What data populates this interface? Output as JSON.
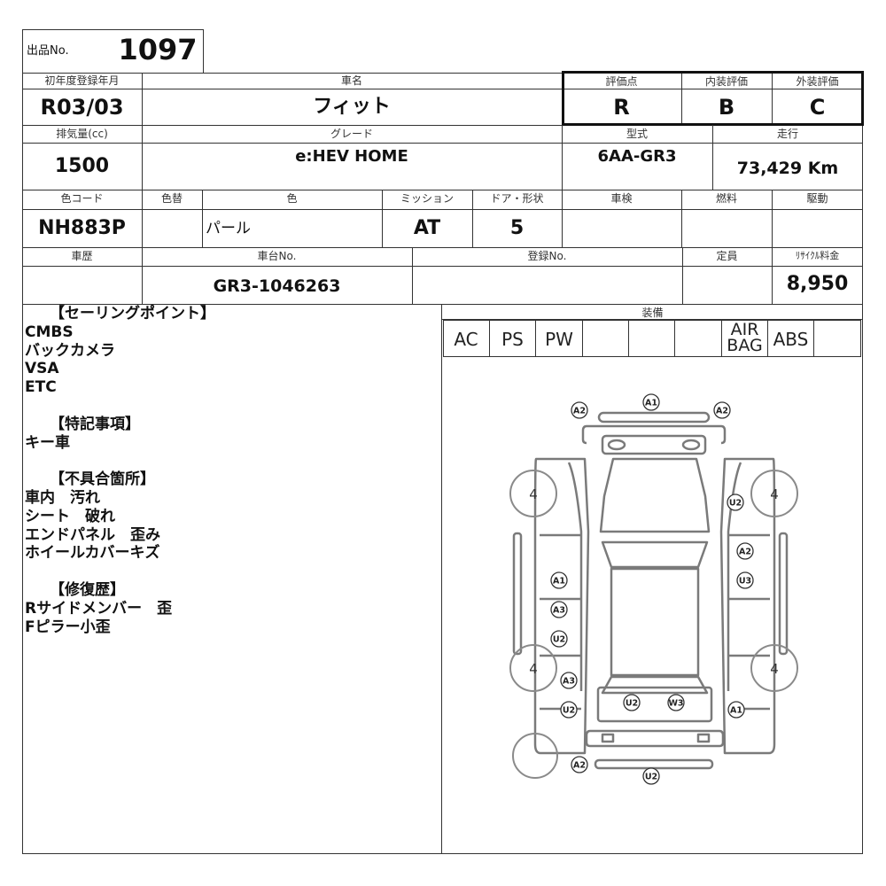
{
  "lot": {
    "label": "出品No.",
    "number": "1097"
  },
  "row1": {
    "first_reg_label": "初年度登録年月",
    "first_reg": "R03/03",
    "car_name_label": "車名",
    "car_name": "フィット",
    "score_label": "評価点",
    "score": "R",
    "interior_label": "内装評価",
    "interior": "B",
    "exterior_label": "外装評価",
    "exterior": "C"
  },
  "row2": {
    "displacement_label": "排気量(cc)",
    "displacement": "1500",
    "grade_label": "グレード",
    "grade": "e:HEV HOME",
    "model_label": "型式",
    "model": "6AA-GR3",
    "mileage_label": "走行",
    "mileage": "73,429 Km"
  },
  "row3": {
    "color_code_label": "色コード",
    "color_code": "NH883P",
    "color_change_label": "色替",
    "color_change": "",
    "color_label": "色",
    "color": "パール",
    "mission_label": "ミッション",
    "mission": "AT",
    "door_label": "ドア・形状",
    "door": "5",
    "inspection_label": "車検",
    "inspection": "",
    "fuel_label": "燃料",
    "fuel": "",
    "drive_label": "駆動",
    "drive": ""
  },
  "row4": {
    "history_label": "車歴",
    "history": "",
    "chassis_label": "車台No.",
    "chassis": "GR3-1046263",
    "reg_no_label": "登録No.",
    "reg_no": "",
    "capacity_label": "定員",
    "capacity": "",
    "recycle_label": "ﾘｻｲｸﾙ料金",
    "recycle": "8,950"
  },
  "notes": {
    "selling_title": "【セーリングポイント】",
    "selling": [
      "CMBS",
      "バックカメラ",
      "VSA",
      "ETC"
    ],
    "special_title": "【特記事項】",
    "special": [
      "キー車"
    ],
    "defects_title": "【不具合箇所】",
    "defects": [
      "車内　汚れ",
      "シート　破れ",
      "エンドパネル　歪み",
      "ホイールカバーキズ"
    ],
    "repair_title": "【修復歴】",
    "repair": [
      "Rサイドメンバー　歪",
      "Fピラー小歪"
    ]
  },
  "equipment": {
    "label": "装備",
    "items": [
      "AC",
      "PS",
      "PW",
      "",
      "",
      "",
      "AIR\nBAG",
      "ABS",
      ""
    ]
  },
  "diagram": {
    "tires": [
      {
        "id": "tire-front-left",
        "value": "4"
      },
      {
        "id": "tire-front-right",
        "value": "4"
      },
      {
        "id": "tire-rear-left",
        "value": "4"
      },
      {
        "id": "tire-rear-right",
        "value": "4"
      }
    ],
    "marks": [
      {
        "code": "A1",
        "loc": "front-bumper"
      },
      {
        "code": "A2",
        "loc": "front-left-corner"
      },
      {
        "code": "A2",
        "loc": "front-right-corner"
      },
      {
        "code": "U2",
        "loc": "right-front-fender"
      },
      {
        "code": "A2",
        "loc": "right-front-door"
      },
      {
        "code": "U3",
        "loc": "right-rear-door"
      },
      {
        "code": "A1",
        "loc": "left-front-door"
      },
      {
        "code": "A3",
        "loc": "left-front-door-lower"
      },
      {
        "code": "U2",
        "loc": "left-rear-door"
      },
      {
        "code": "A3",
        "loc": "left-rear-fender"
      },
      {
        "code": "U2",
        "loc": "left-quarter"
      },
      {
        "code": "U2",
        "loc": "back-door-left"
      },
      {
        "code": "W3",
        "loc": "back-door-right"
      },
      {
        "code": "A1",
        "loc": "right-quarter"
      },
      {
        "code": "A2",
        "loc": "rear-left-corner"
      },
      {
        "code": "U2",
        "loc": "rear-bumper"
      }
    ]
  }
}
